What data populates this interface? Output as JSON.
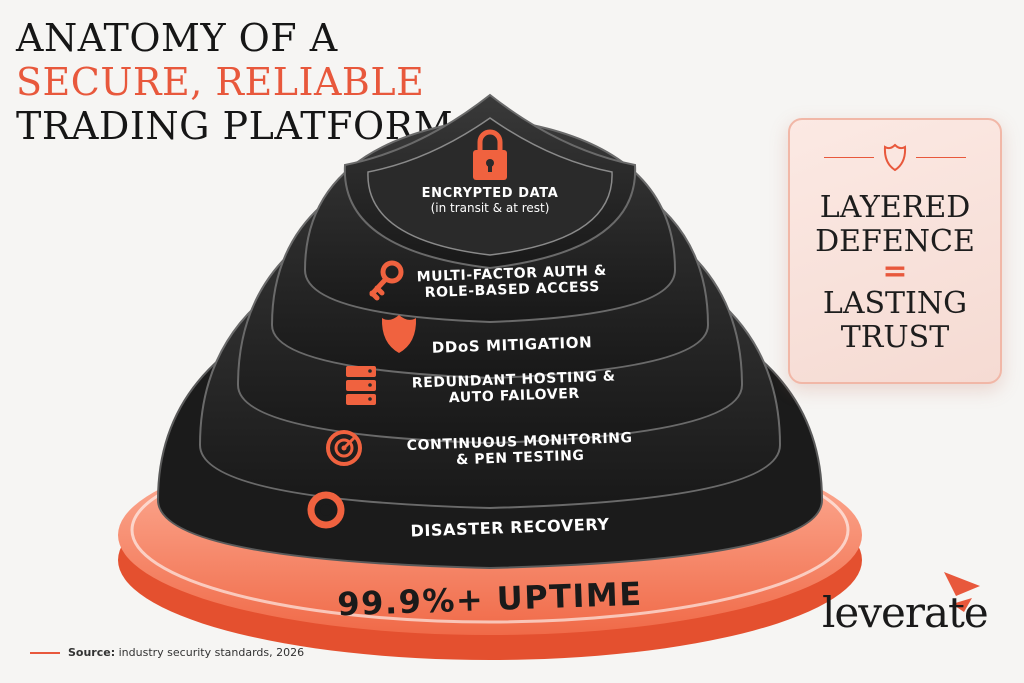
{
  "title": {
    "line1": "ANATOMY OF A",
    "line2": "SECURE, RELIABLE",
    "line3": "TRADING PLATFORM"
  },
  "layers": [
    {
      "icon": "lock-icon",
      "line1": "ENCRYPTED DATA",
      "line2": "(in transit & at rest)"
    },
    {
      "icon": "key-icon",
      "line1": "MULTI-FACTOR AUTH &",
      "line2": "ROLE-BASED ACCESS"
    },
    {
      "icon": "shield-icon",
      "line1": "DDoS MITIGATION"
    },
    {
      "icon": "server-icon",
      "line1": "REDUNDANT HOSTING &",
      "line2": "AUTO FAILOVER"
    },
    {
      "icon": "radar-icon",
      "line1": "CONTINUOUS MONITORING",
      "line2": "& PEN TESTING"
    },
    {
      "icon": "lifebuoy-icon",
      "line1": "DISASTER RECOVERY"
    }
  ],
  "base": {
    "label": "99.9%+ UPTIME"
  },
  "callout": {
    "line1": "LAYERED",
    "line2": "DEFENCE",
    "equals": "=",
    "line3": "LASTING",
    "line4": "TRUST"
  },
  "source": {
    "label": "Source:",
    "text": "industry security standards, 2026"
  },
  "brand": {
    "name": "leverate"
  },
  "colors": {
    "accent": "#e8583c",
    "layer": "#2b2b2b",
    "base": "#f58a6c",
    "background": "#f6f5f3"
  }
}
